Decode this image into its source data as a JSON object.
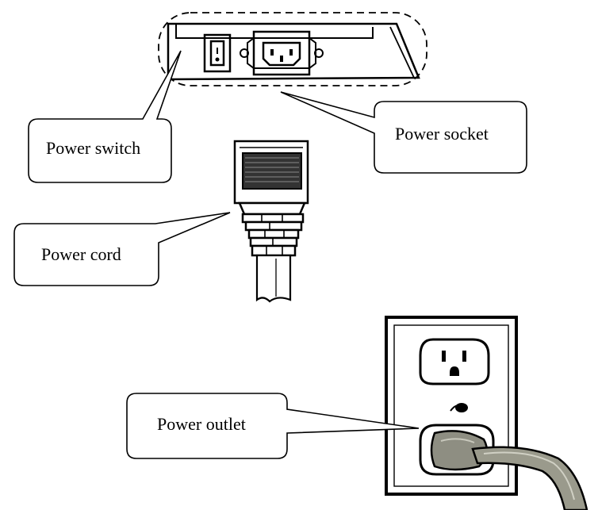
{
  "labels": {
    "power_switch": "Power switch",
    "power_socket": "Power socket",
    "power_cord": "Power cord",
    "power_outlet": "Power outlet"
  },
  "colors": {
    "line": "#000000",
    "background": "#ffffff",
    "plug_body": "#8e8e82",
    "cord_fill": "#9a9a8c",
    "grille": "#333333"
  }
}
